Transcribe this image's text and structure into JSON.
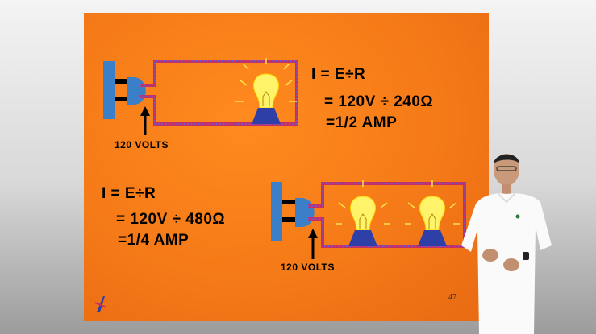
{
  "slide": {
    "top_circuit": {
      "formula": "I = E÷R",
      "calc": "= 120V ÷ 240Ω",
      "result": "=1/2 AMP",
      "volts_label": "120 VOLTS"
    },
    "bottom_circuit": {
      "formula": "I = E÷R",
      "calc": "= 120V ÷ 480Ω",
      "result": "=1/4 AMP",
      "volts_label": "120 VOLTS"
    },
    "page_number": "47"
  },
  "colors": {
    "slide_bg": "#f57a18",
    "wire": "#c0306a",
    "wire_dots": "#6a5cd8",
    "plug": "#3a7fc8",
    "bulb": "#fff36a",
    "bulb_base": "#2f3fa8"
  },
  "icons": [
    "wall-outlet-icon",
    "light-bulb-icon",
    "arrow-up-icon",
    "logo-icon"
  ]
}
